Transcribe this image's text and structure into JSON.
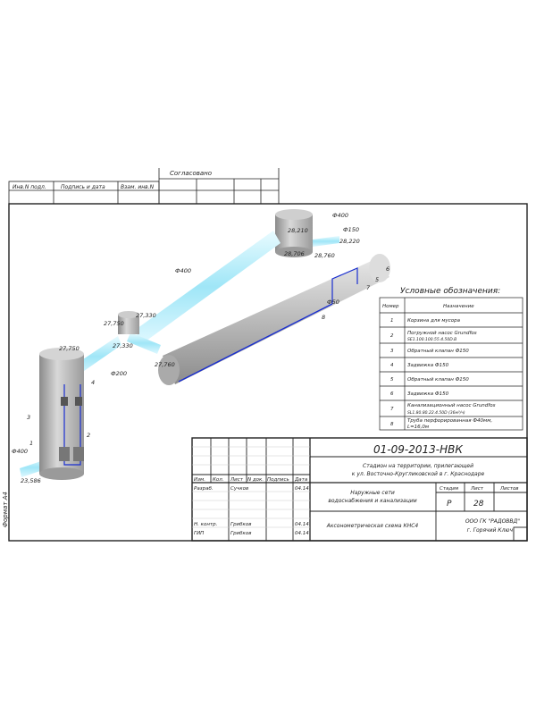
{
  "approval": {
    "label": "Согласовано"
  },
  "side_stamp": {
    "inv_podl": "Инв.N подл.",
    "podpis_data": "Подпись и дата",
    "vzam_inv": "Взам. инв.N"
  },
  "format_label": "Формат А4",
  "legend": {
    "title": "Условные обозначения:",
    "col_num": "Номер",
    "col_name": "Назначение",
    "rows": [
      {
        "n": "1",
        "line1": "Корзина для мусора",
        "line2": ""
      },
      {
        "n": "2",
        "line1": "Погружной насос Grundfos",
        "line2": "SE1.100.100.55.4.50D.B"
      },
      {
        "n": "3",
        "line1": "Обратный клапан Ф150",
        "line2": ""
      },
      {
        "n": "4",
        "line1": "Задвижка Ф150",
        "line2": ""
      },
      {
        "n": "5",
        "line1": "Обратный клапан Ф150",
        "line2": ""
      },
      {
        "n": "6",
        "line1": "Задвижка Ф150",
        "line2": ""
      },
      {
        "n": "7",
        "line1": "Канализационный насос Grundfos",
        "line2": "SL1.80.80.22.4.50D (36м³/ч)"
      },
      {
        "n": "8",
        "line1": "Труба перфорированная Ф40мм,",
        "line2": "L=16,0м"
      }
    ]
  },
  "labels": [
    "Ф400",
    "28,210",
    "Ф150",
    "28,220",
    "28,706",
    "28,760",
    "Ф400",
    "6",
    "5",
    "7",
    "Ф50",
    "8",
    "27,330",
    "27,750",
    "27,750",
    "27,330",
    "27,760",
    "Ф200",
    "4",
    "3",
    "2",
    "1",
    "Ф400",
    "23,586"
  ],
  "title_block": {
    "code": "01-09-2013-НВК",
    "object": [
      "Стадион на территории, прилегающей",
      "к ул. Восточно-Кругликовской в г. Краснодаре"
    ],
    "headers": [
      "Изм.",
      "Кол.",
      "Лист",
      "N док.",
      "Подпись",
      "Дата"
    ],
    "rows": [
      {
        "role": "Разраб.",
        "name": "Сучков",
        "date": "04.14"
      },
      {
        "role": "Н. контр.",
        "name": "Грибков",
        "date": "04.14"
      },
      {
        "role": "ГИП",
        "name": "Грибков",
        "date": "04.14"
      }
    ],
    "section": [
      "Наружные сети",
      "водоснабжения и канализации"
    ],
    "sheet_title": "Аксонометрическая схема КНС4",
    "stage_label": "Стадия",
    "sheet_label": "Лист",
    "sheets_label": "Листов",
    "stage": "Р",
    "sheet": "28",
    "sheets": "",
    "company": [
      "ООО ГК \"РАДОВВД\"",
      "г. Горячий Ключ"
    ]
  }
}
